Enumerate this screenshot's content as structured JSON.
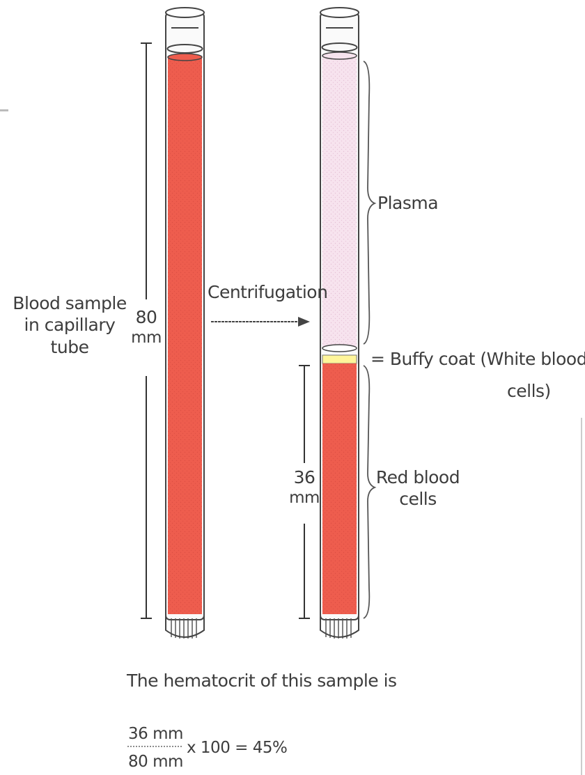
{
  "left_tube_label": [
    "Blood sample",
    "in capillary",
    "tube"
  ],
  "left_measure": {
    "value": "80",
    "unit": "mm"
  },
  "process_label": "Centrifugation",
  "plasma_label": "Plasma",
  "buffy_coat_label": {
    "line1": "= Buffy coat (White blood",
    "line2": "cells)"
  },
  "rbc_label": [
    "Red blood",
    "cells"
  ],
  "right_measure": {
    "value": "36",
    "unit": "mm"
  },
  "caption": "The hematocrit of this sample is",
  "formula": {
    "numerator": "36 mm",
    "denominator": "80 mm",
    "rest": "x 100 = 45%"
  },
  "colors": {
    "blood": "#ee5d4e",
    "plasma": "#f7e3ee",
    "buffy": "#fff59a",
    "tube": "#fafafa"
  },
  "values": {
    "total_mm": 80,
    "rbc_mm": 36,
    "hematocrit_percent": 45
  }
}
